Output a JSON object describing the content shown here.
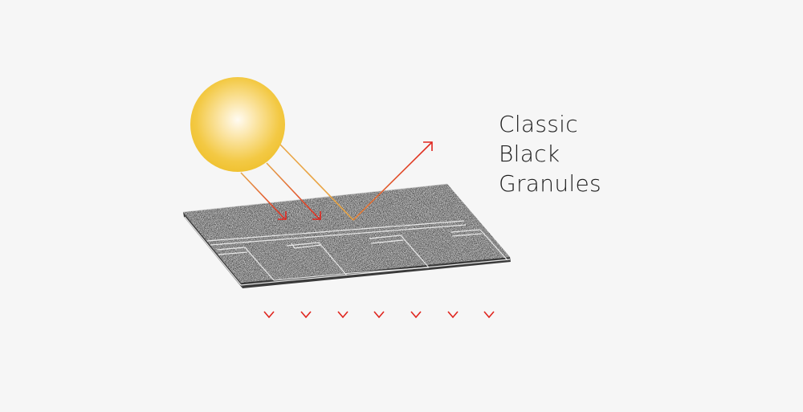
{
  "title": {
    "lines": [
      "Classic",
      "Black",
      "Granules"
    ]
  },
  "diagram": {
    "subject": "Asphalt roof shingle with classic black granules",
    "elements": [
      {
        "name": "sun",
        "color_center": "#fffaf0",
        "color_edge": "#f2c330"
      },
      {
        "name": "incoming-rays",
        "count": 3,
        "gradient": [
          "#e8b64a",
          "#e0261f"
        ]
      },
      {
        "name": "reflected-ray",
        "count": 1,
        "color": "#e0261f"
      },
      {
        "name": "shingle",
        "surface": "black granules",
        "color": "#4a4a4a"
      },
      {
        "name": "transmitted-heat-arrows",
        "count": 7,
        "gradient": [
          "#f2b233",
          "#e0261f"
        ]
      }
    ]
  },
  "colors": {
    "background": "#f6f6f6",
    "text": "#1e1e1e",
    "ray_red": "#e0261f",
    "ray_orange": "#eaa43a",
    "shingle_dark": "#474747"
  }
}
